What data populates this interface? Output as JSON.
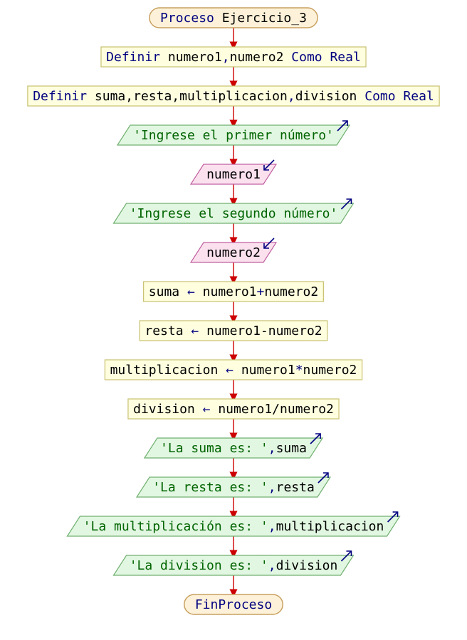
{
  "diagram": {
    "title_node": {
      "parts": [
        {
          "t": "Proceso ",
          "c": "kw"
        },
        {
          "t": "Ejercicio_3",
          "c": "var"
        }
      ]
    },
    "end_node": {
      "parts": [
        {
          "t": "FinProceso",
          "c": "kw"
        }
      ]
    },
    "steps": [
      {
        "kind": "process",
        "parts": [
          {
            "t": "Definir ",
            "c": "kw"
          },
          {
            "t": "numero1",
            "c": "var"
          },
          {
            "t": ",",
            "c": "op"
          },
          {
            "t": "numero2",
            "c": "var"
          },
          {
            "t": " Como Real",
            "c": "kw"
          }
        ]
      },
      {
        "kind": "process",
        "parts": [
          {
            "t": "Definir ",
            "c": "kw"
          },
          {
            "t": "suma,resta,multiplicacion",
            "c": "var"
          },
          {
            "t": ",",
            "c": "op"
          },
          {
            "t": "division",
            "c": "var"
          },
          {
            "t": " Como Real",
            "c": "kw"
          }
        ]
      },
      {
        "kind": "output",
        "parts": [
          {
            "t": "'Ingrese el primer número'",
            "c": "str"
          }
        ]
      },
      {
        "kind": "input",
        "parts": [
          {
            "t": "numero1",
            "c": "var"
          }
        ]
      },
      {
        "kind": "output",
        "parts": [
          {
            "t": "'Ingrese el segundo número'",
            "c": "str"
          }
        ]
      },
      {
        "kind": "input",
        "parts": [
          {
            "t": "numero2",
            "c": "var"
          }
        ]
      },
      {
        "kind": "process",
        "parts": [
          {
            "t": "suma",
            "c": "var"
          },
          {
            "t": " ← ",
            "c": "op"
          },
          {
            "t": "numero1",
            "c": "var"
          },
          {
            "t": "+",
            "c": "op"
          },
          {
            "t": "numero2",
            "c": "var"
          }
        ]
      },
      {
        "kind": "process",
        "parts": [
          {
            "t": "resta",
            "c": "var"
          },
          {
            "t": " ← ",
            "c": "op"
          },
          {
            "t": "numero1-numero2",
            "c": "var"
          }
        ]
      },
      {
        "kind": "process",
        "parts": [
          {
            "t": "multiplicacion",
            "c": "var"
          },
          {
            "t": " ← ",
            "c": "op"
          },
          {
            "t": "numero1",
            "c": "var"
          },
          {
            "t": "*",
            "c": "op"
          },
          {
            "t": "numero2",
            "c": "var"
          }
        ]
      },
      {
        "kind": "process",
        "parts": [
          {
            "t": "division",
            "c": "var"
          },
          {
            "t": " ← ",
            "c": "op"
          },
          {
            "t": "numero1/numero2",
            "c": "var"
          }
        ]
      },
      {
        "kind": "output",
        "parts": [
          {
            "t": "'La suma es: '",
            "c": "str"
          },
          {
            "t": ",",
            "c": "op"
          },
          {
            "t": "suma",
            "c": "var"
          }
        ]
      },
      {
        "kind": "output",
        "parts": [
          {
            "t": "'La resta es: '",
            "c": "str"
          },
          {
            "t": ",",
            "c": "op"
          },
          {
            "t": "resta",
            "c": "var"
          }
        ]
      },
      {
        "kind": "output",
        "parts": [
          {
            "t": "'La multiplicación es: '",
            "c": "str"
          },
          {
            "t": ",",
            "c": "op"
          },
          {
            "t": "multiplicacion",
            "c": "var"
          }
        ]
      },
      {
        "kind": "output",
        "parts": [
          {
            "t": "'La division es: '",
            "c": "str"
          },
          {
            "t": ",",
            "c": "op"
          },
          {
            "t": "division",
            "c": "var"
          }
        ]
      }
    ],
    "colors": {
      "terminal_fill": "#fdf2d9",
      "terminal_stroke": "#c8a060",
      "process_fill": "#ffffe0",
      "process_stroke": "#c8c070",
      "output_fill": "#e2f7e2",
      "output_stroke": "#70b070",
      "input_fill": "#fbe1ee",
      "input_stroke": "#c060a0",
      "connector": "#cc0000",
      "io_arrow": "#000080"
    }
  }
}
